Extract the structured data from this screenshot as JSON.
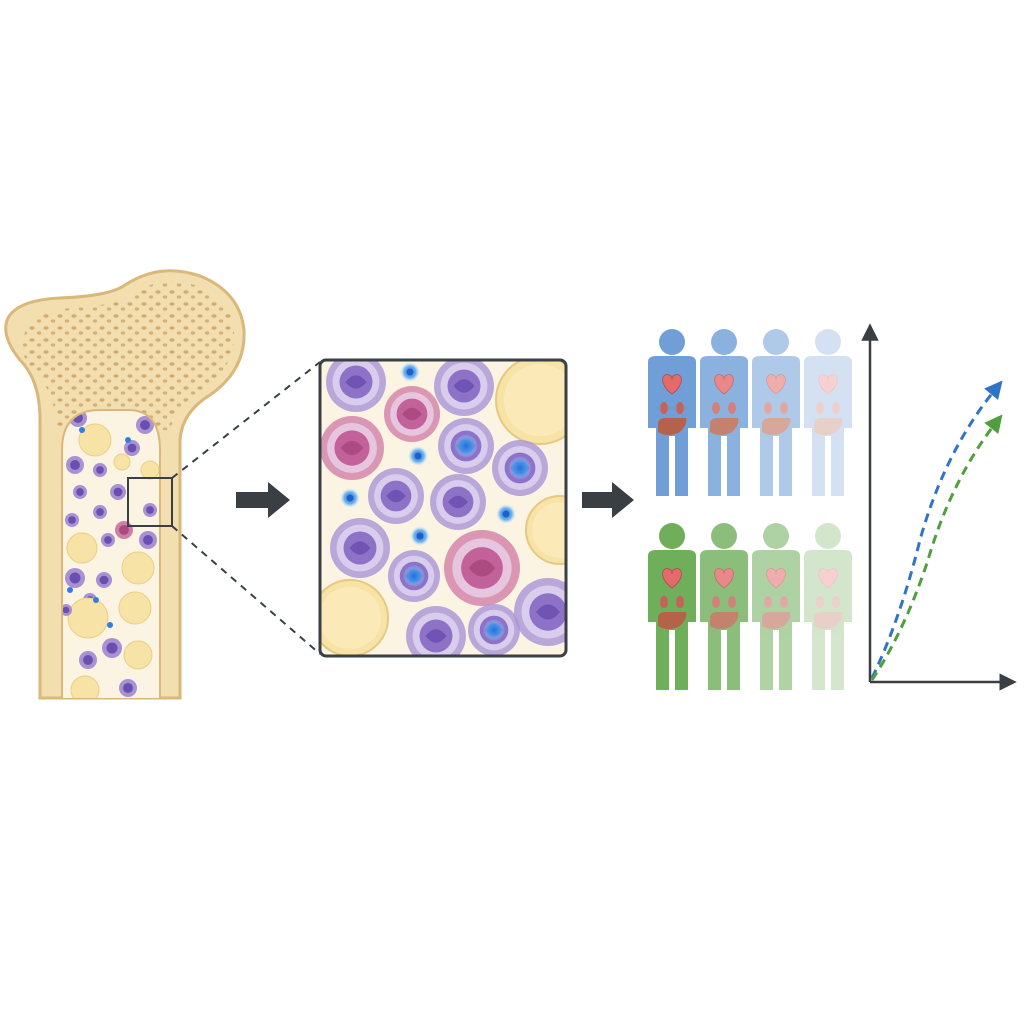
{
  "diagram": {
    "panels": [
      {
        "id": "bone",
        "icon": "femur-bone-marrow-icon"
      },
      {
        "id": "zoom",
        "icon": "marrow-cell-magnified-icon"
      },
      {
        "id": "cohort",
        "icon": "human-figure-organs-icon"
      },
      {
        "id": "trend",
        "icon": "trend-plot-icon"
      }
    ],
    "colors": {
      "bone_fill": "#f3deb0",
      "bone_stroke": "#d9b87a",
      "marrow_bg": "#fbf4e2",
      "fat_cell": "#f7e3a6",
      "cell_purple": "#9a7fd0",
      "cell_nucleus": "#6a4fb0",
      "cell_pink": "#c76a9c",
      "clone_blue": "#2f7fe0",
      "arrow": "#3a3f44",
      "group_blue": "#6f9fd6",
      "group_green": "#6fae5a",
      "heart": "#e36b6b",
      "liver": "#b5624a",
      "kidney": "#c7625a",
      "axis": "#3a3f44",
      "line_blue": "#2f74c7",
      "line_green": "#4f9f3e"
    },
    "cohort": {
      "rows": [
        {
          "group": "blue",
          "figure_opacity": [
            1.0,
            0.8,
            0.55,
            0.3
          ]
        },
        {
          "group": "green",
          "figure_opacity": [
            1.0,
            0.8,
            0.55,
            0.3
          ]
        }
      ]
    }
  }
}
